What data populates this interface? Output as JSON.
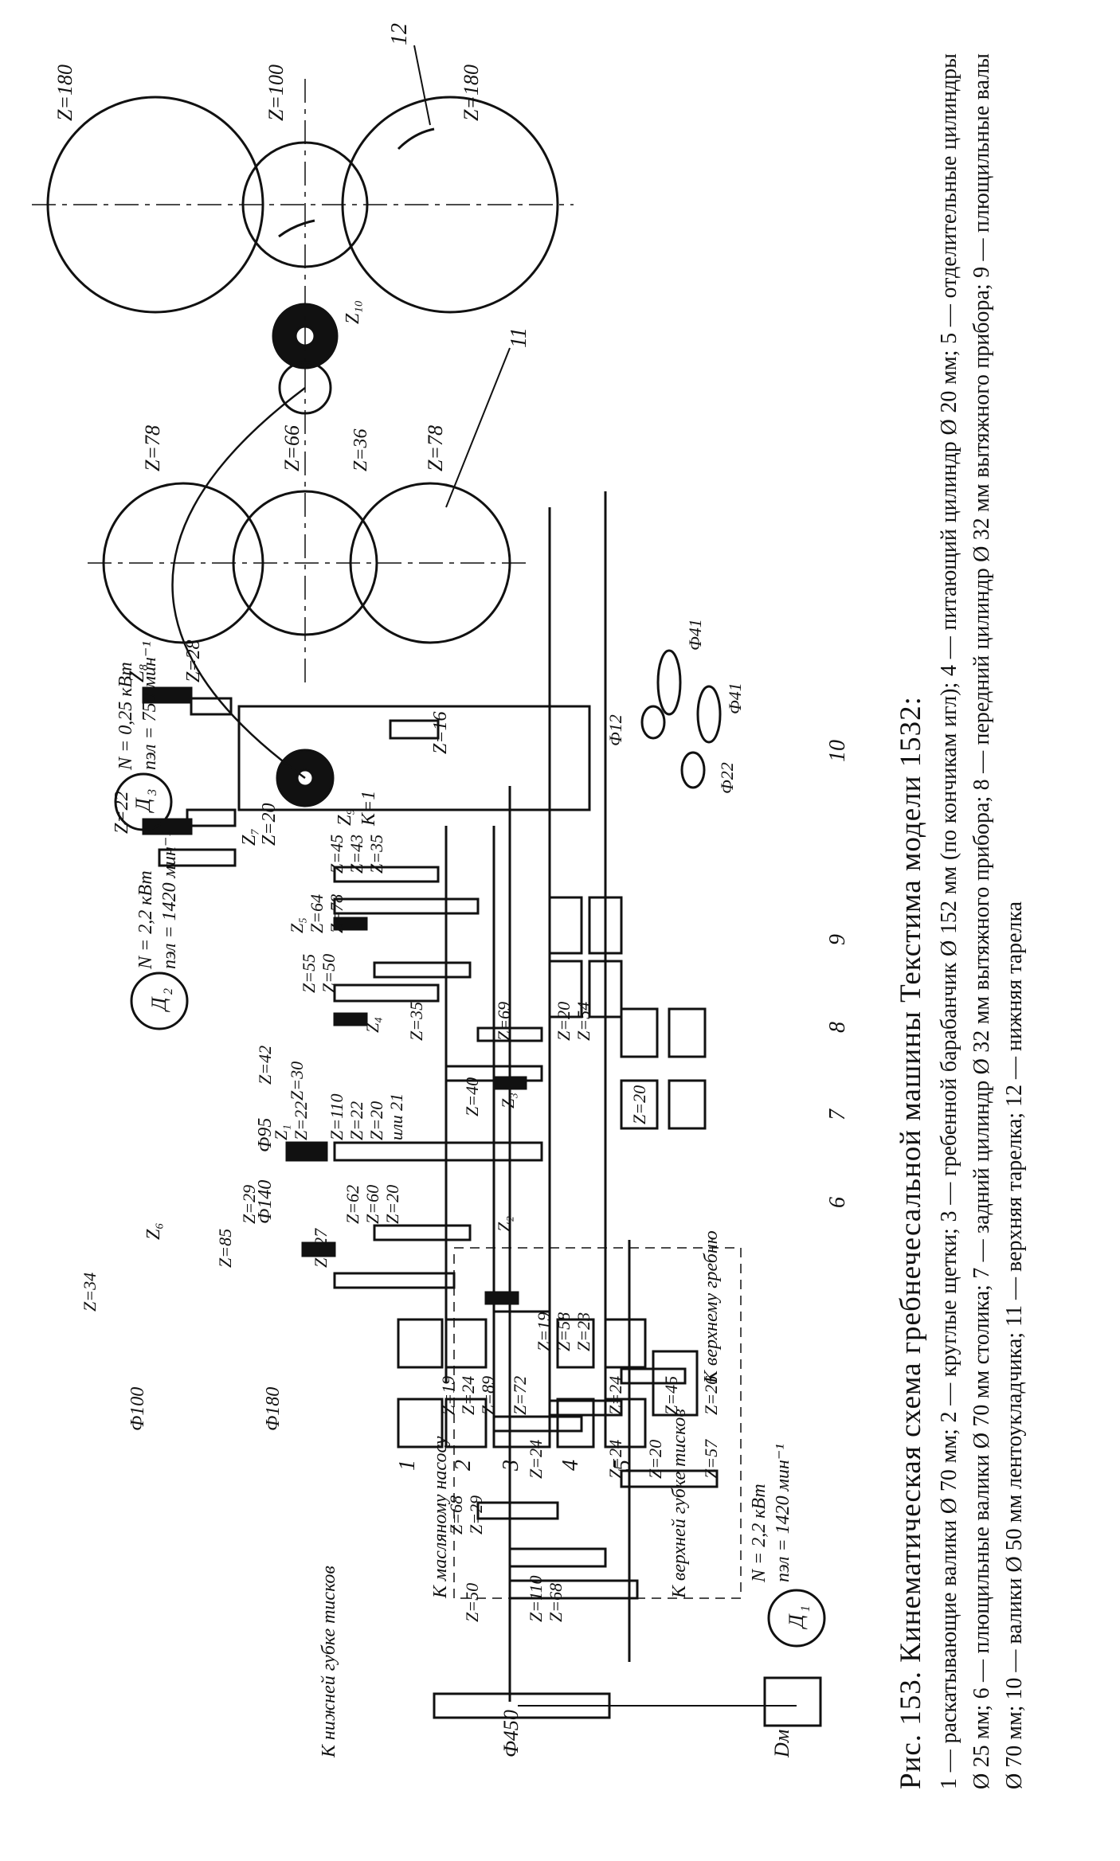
{
  "caption": {
    "title": "Рис. 153. Кинематическая схема гребнечесальной машины Текстима модели 1532:",
    "legend": "1 — раскатывающие валики Ø 70 мм; 2 — круглые щетки; 3 — гребенной барабанчик Ø 152 мм (по кончикам игл); 4 — питающий цилиндр Ø 20 мм; 5 — отделительные цилиндры Ø 25 мм; 6 — плющильные валики Ø 70 мм столика; 7 — задний цилиндр Ø 32 мм вытяжного прибора; 8 — передний цилиндр Ø 32 мм вытяжного прибора; 9 — плющильные валы Ø 70 мм; 10 — валики Ø 50 мм лентоукладчика; 11 — верхняя тарелка; 12 — нижняя тарелка"
  },
  "motors": {
    "d1": {
      "name": "Д",
      "sub": "1",
      "power": "N = 2,2 кВт",
      "speed": "nэл = 1420 мин⁻¹"
    },
    "d2": {
      "name": "Д",
      "sub": "2",
      "power": "N = 2,2 кВт",
      "speed": "nэл = 1420 мин⁻¹"
    },
    "d3": {
      "name": "Д",
      "sub": "3",
      "power": "N = 0,25 кВт",
      "speed": "nэл = 750 мин⁻¹"
    }
  },
  "pulleys": {
    "p450": "Ф450",
    "pdm": "Dм",
    "p100": "Ф100",
    "p180": "Ф180",
    "p95": "Ф95",
    "p140": "Ф140",
    "p12": "Ф12",
    "p22": "Ф22",
    "p41a": "Ф41",
    "p41b": "Ф41"
  },
  "notes": {
    "lower_vise": "К нижней губке тисков",
    "upper_vise": "К верхней губке тисков",
    "oil_pump": "К масляному насосу",
    "upper_comb": "К верхнему гребню"
  },
  "gears": {
    "z180a": "Z=180",
    "z100": "Z=100",
    "z180b": "Z=180",
    "z78a": "Z=78",
    "z66": "Z=66",
    "z78b": "Z=78",
    "z36": "Z=36",
    "z10": "Z₁₀",
    "z16": "Z=16",
    "z8": "Z₈",
    "z28": "Z=28",
    "z22a": "Z=22",
    "z7": "Z₇",
    "z20a": "Z=20",
    "z9": "Z₉",
    "k1": "K=1",
    "z45a": "Z=45",
    "z43": "Z=43",
    "z35a": "Z=35",
    "z64": "Z=64",
    "z78c": "Z=78",
    "z5": "Z₅",
    "z55": "Z=55",
    "z50a": "Z=50",
    "z4": "Z₄",
    "z20b": "Z=20",
    "z54": "Z=54",
    "z42": "Z=42",
    "z30": "Z=30",
    "z1": "Z₁",
    "z22b": "Z=22",
    "z110a": "Z=110",
    "z22c": "Z=22",
    "z20c": "Z=20",
    "z21": "или 21",
    "z35b": "Z=35",
    "z69": "Z=69",
    "z20d": "Z=20",
    "z40": "Z=40",
    "z3": "Z₃",
    "z2": "Z₂",
    "z29a": "Z=29",
    "z6": "Z₆",
    "z62": "Z=62",
    "z60": "Z=60",
    "z20e": "Z=20",
    "z27": "Z=27",
    "z85": "Z=85",
    "z34": "Z=34",
    "z19a": "Z=19",
    "z58": "Z=58",
    "z23": "Z=23",
    "z19b": "Z=19",
    "z24a": "Z=24",
    "z89": "Z=89",
    "z72": "Z=72",
    "z24b": "Z=24",
    "z45b": "Z=45",
    "z26": "Z=26",
    "z24c": "Z=24",
    "z24d": "Z=24",
    "z20f": "Z=20",
    "z57": "Z=57",
    "z68a": "Z=68",
    "z29b": "Z=29",
    "z50b": "Z=50",
    "z110b": "Z=110",
    "z68b": "Z=68"
  },
  "numbers": [
    "1",
    "2",
    "3",
    "4",
    "5",
    "6",
    "7",
    "8",
    "9",
    "10",
    "11",
    "12"
  ]
}
